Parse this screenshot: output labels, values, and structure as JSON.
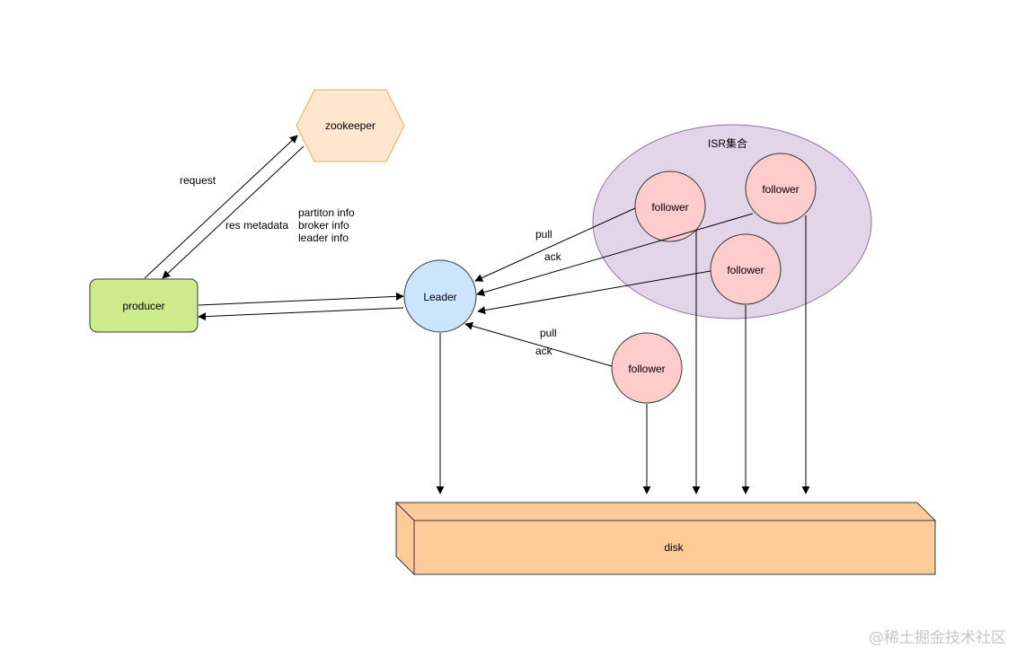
{
  "nodes": {
    "zookeeper": "zookeeper",
    "producer": "producer",
    "leader": "Leader",
    "isr": "ISR集合",
    "follower_1": "follower",
    "follower_2": "follower",
    "follower_3": "follower",
    "follower_4": "follower",
    "disk": "disk"
  },
  "edge_labels": {
    "request": "request",
    "res_metadata": "res metadata",
    "metadata_items": [
      "partiton info",
      "broker info",
      "leader info"
    ],
    "pull_1": "pull",
    "ack_1": "ack",
    "pull_2": "pull",
    "ack_2": "ack"
  },
  "watermark": "@稀土掘金技术社区",
  "colors": {
    "zookeeper_fill": "#ffe6cc",
    "zookeeper_stroke": "#d6b656",
    "producer_fill": "#cdeb8b",
    "producer_stroke": "#36393d",
    "leader_fill": "#cce5ff",
    "leader_stroke": "#36393d",
    "follower_fill": "#ffcccc",
    "follower_stroke": "#36393d",
    "isr_fill": "#e1d5e7",
    "isr_stroke": "#9673a6",
    "disk_fill": "#ffcc99",
    "disk_stroke": "#36393d"
  }
}
